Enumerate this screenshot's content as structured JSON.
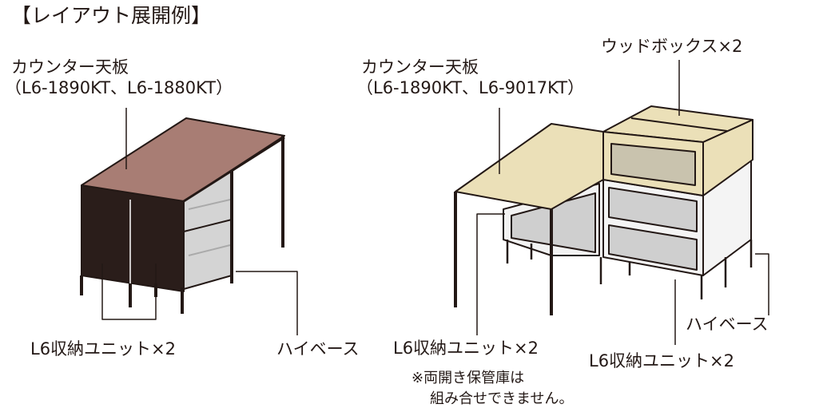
{
  "title": "【レイアウト展開例】",
  "left": {
    "counter_label": "カウンター天板",
    "counter_models": "（L6-1890KT、L6-1880KT）",
    "storage_label": "L6収納ユニット×2",
    "base_label": "ハイベース"
  },
  "right": {
    "counter_label": "カウンター天板",
    "counter_models": "（L6-1890KT、L6-9017KT）",
    "wood_box_label": "ウッドボックス×2",
    "storage_label_front": "L6収納ユニット×2",
    "storage_label_back": "L6収納ユニット×2",
    "base_label": "ハイベース",
    "note_line1": "※両開き保管庫は",
    "note_line2": "組み合せできません。"
  },
  "colors": {
    "brown_top": "#a87d74",
    "dark_panel": "#2a1d1a",
    "beige": "#ebe0b8",
    "grey": "#c9c9c9",
    "ink": "#231815"
  }
}
